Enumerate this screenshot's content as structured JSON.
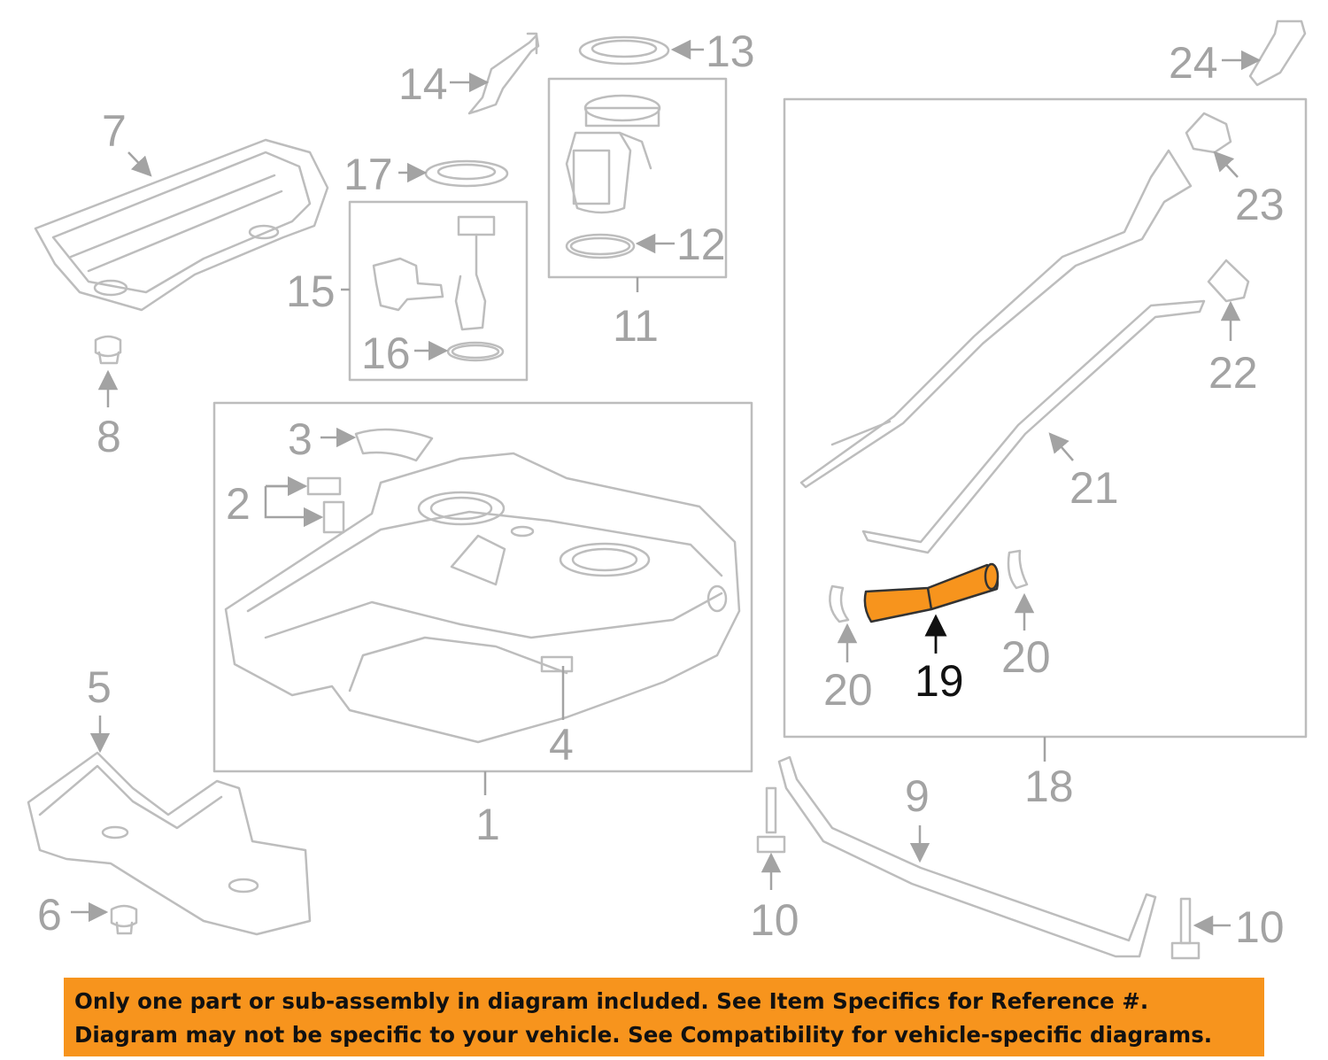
{
  "colors": {
    "line": "#bdbdbd",
    "text": "#a3a3a3",
    "highlight_part": "#f7941d",
    "highlight_text": "#111111",
    "banner_bg": "#f7941d"
  },
  "callouts": {
    "c1": "1",
    "c2": "2",
    "c3": "3",
    "c4": "4",
    "c5": "5",
    "c6": "6",
    "c7": "7",
    "c8": "8",
    "c9": "9",
    "c10a": "10",
    "c10b": "10",
    "c11": "11",
    "c12": "12",
    "c13": "13",
    "c14": "14",
    "c15": "15",
    "c16": "16",
    "c17": "17",
    "c18": "18",
    "c19": "19",
    "c20a": "20",
    "c20b": "20",
    "c21": "21",
    "c22": "22",
    "c23": "23",
    "c24": "24"
  },
  "highlighted_callout": "19",
  "banner": {
    "line1": "Only one part or sub-assembly in diagram included. See Item Specifics for Reference #.",
    "line2": "Diagram may not be specific to your vehicle. See Compatibility for vehicle-specific diagrams."
  }
}
